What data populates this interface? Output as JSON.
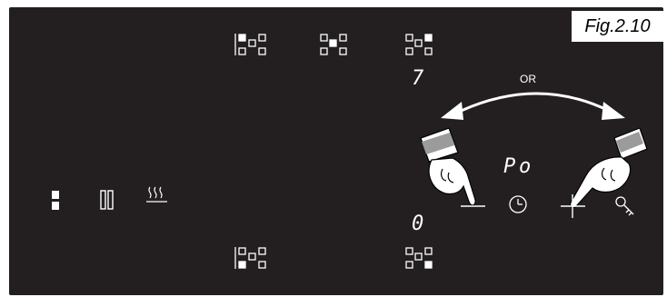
{
  "figure_label": "Fig.2.10",
  "or_label": "OR",
  "displays": {
    "top_zone_level": "7",
    "program_code_p": "P",
    "program_code_o": "o",
    "bottom_zone_level": "0"
  },
  "colors": {
    "panel": "#231f20",
    "foreground": "#ffffff",
    "unlit_segment": "#3c3c3c"
  },
  "icons": {
    "minus_key": "minus-icon",
    "plus_key": "plus-icon",
    "timer": "clock-icon",
    "lock": "key-icon",
    "power": "power-bar-icon",
    "pause": "pause-icon",
    "keep_warm": "keep-warm-icon",
    "zone_selectors": "zone-selector-icon"
  }
}
